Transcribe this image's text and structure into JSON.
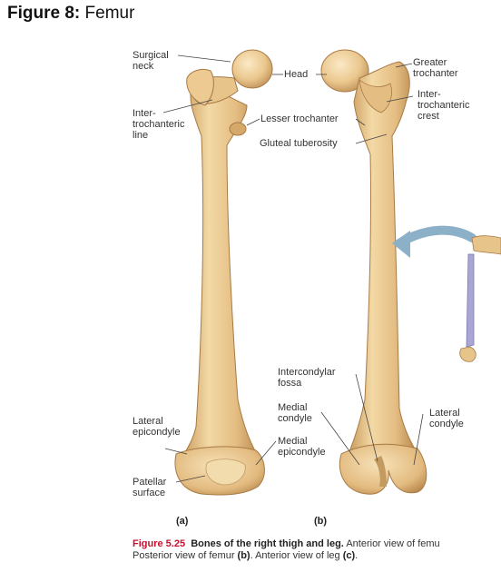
{
  "header": {
    "figure_number": "Figure 8:",
    "figure_title": "Femur"
  },
  "labels": {
    "surgical_neck": "Surgical\nneck",
    "head": "Head",
    "greater_trochanter": "Greater\ntrochanter",
    "intertrochanteric_line": "Inter-\ntrochanteric\nline",
    "lesser_trochanter": "Lesser trochanter",
    "intertrochanteric_crest": "Inter-\ntrochanteric\ncrest",
    "gluteal_tuberosity": "Gluteal tuberosity",
    "intercondylar_fossa": "Intercondylar\nfossa",
    "medial_condyle": "Medial\ncondyle",
    "lateral_condyle": "Lateral\ncondyle",
    "lateral_epicondyle": "Lateral\nepicondyle",
    "medial_epicondyle": "Medial\nepicondyle",
    "patellar_surface": "Patellar\nsurface"
  },
  "panels": {
    "a": "(a)",
    "b": "(b)"
  },
  "caption": {
    "number": "Figure 5.25",
    "title": "Bones of the right thigh and leg.",
    "line1_rest": "Anterior view of femu",
    "line2_prefix": "Posterior view of femur ",
    "b_ref": "(b)",
    "line2_mid": ". Anterior view of leg ",
    "c_ref": "(c)",
    "line2_end": "."
  },
  "colors": {
    "bone": "#e8c48c",
    "bone_shadow": "#c99a5b",
    "bone_light": "#f5deb0",
    "arrow": "#8bb0c8",
    "caption_accent": "#c8102e"
  }
}
